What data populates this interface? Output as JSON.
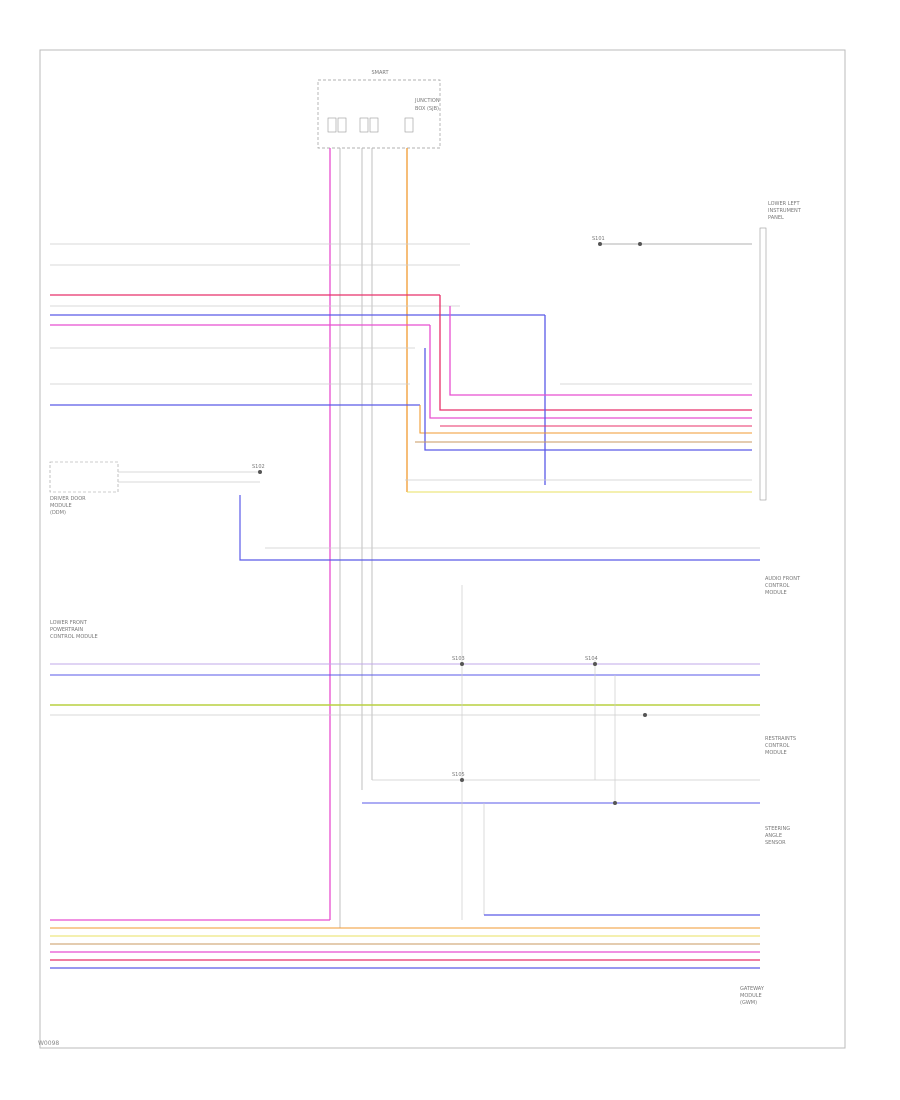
{
  "diagram": {
    "footer_code": "W0098",
    "wire_colors": {
      "violet_red": "#e84fd0",
      "red_pink": "#e8306a",
      "blue": "#5a5ae8",
      "gray": "#b0b0b0",
      "orange": "#f09a30",
      "yellow_green": "#b8d040",
      "yellow": "#e8e060",
      "light_violet": "#c0a8e8",
      "brown": "#c89a60"
    },
    "components": {
      "top_module": [
        "SMART",
        "JUNCTION",
        "BOX (SJB)"
      ],
      "right_header": [
        "LOWER LEFT",
        "INSTRUMENT",
        "PANEL"
      ],
      "left_module_a": [
        "DRIVER DOOR",
        "MODULE",
        "(DDM)"
      ],
      "left_module_b": [
        "LOWER FRONT",
        "POWERTRAIN",
        "CONTROL MODULE"
      ],
      "right_mod_1": [
        "AUDIO FRONT",
        "CONTROL",
        "MODULE"
      ],
      "right_mod_2": [
        "RESTRAINTS",
        "CONTROL",
        "MODULE"
      ],
      "right_mod_3": [
        "STEERING",
        "ANGLE",
        "SENSOR"
      ],
      "right_mod_4": [
        "GATEWAY",
        "MODULE",
        "(GWM)"
      ]
    },
    "splices": [
      "S101",
      "S102",
      "S103",
      "S104",
      "S105"
    ]
  }
}
